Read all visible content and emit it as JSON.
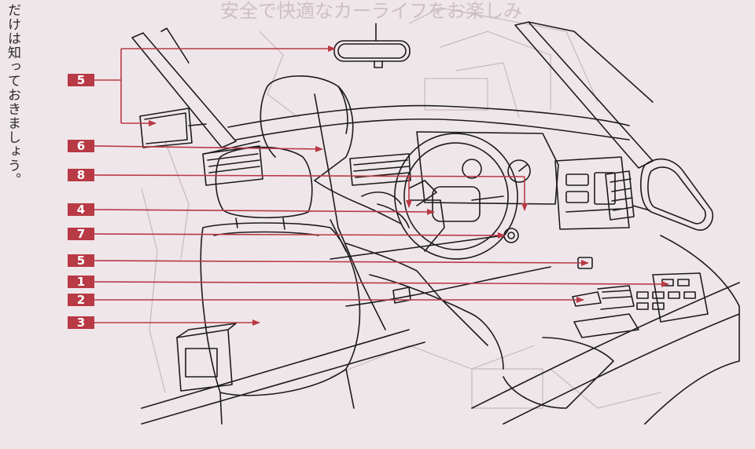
{
  "side_text": "だけは知っておきましょう。",
  "header_text": "安全で快適なカーライフをお楽しみ",
  "colors": {
    "background": "#efe6ea",
    "callout": "#b83a45",
    "line_art": "#1c1c1c",
    "faint_art": "#b8a9b0"
  },
  "callouts": [
    {
      "id": "callout-5-top",
      "label": "5",
      "targets": 2
    },
    {
      "id": "callout-6",
      "label": "6",
      "targets": 1
    },
    {
      "id": "callout-8",
      "label": "8",
      "targets": 2
    },
    {
      "id": "callout-4",
      "label": "4",
      "targets": 1
    },
    {
      "id": "callout-7",
      "label": "7",
      "targets": 1
    },
    {
      "id": "callout-5-bottom",
      "label": "5",
      "targets": 1
    },
    {
      "id": "callout-1",
      "label": "1",
      "targets": 1
    },
    {
      "id": "callout-2",
      "label": "2",
      "targets": 1
    },
    {
      "id": "callout-3",
      "label": "3",
      "targets": 1
    }
  ]
}
